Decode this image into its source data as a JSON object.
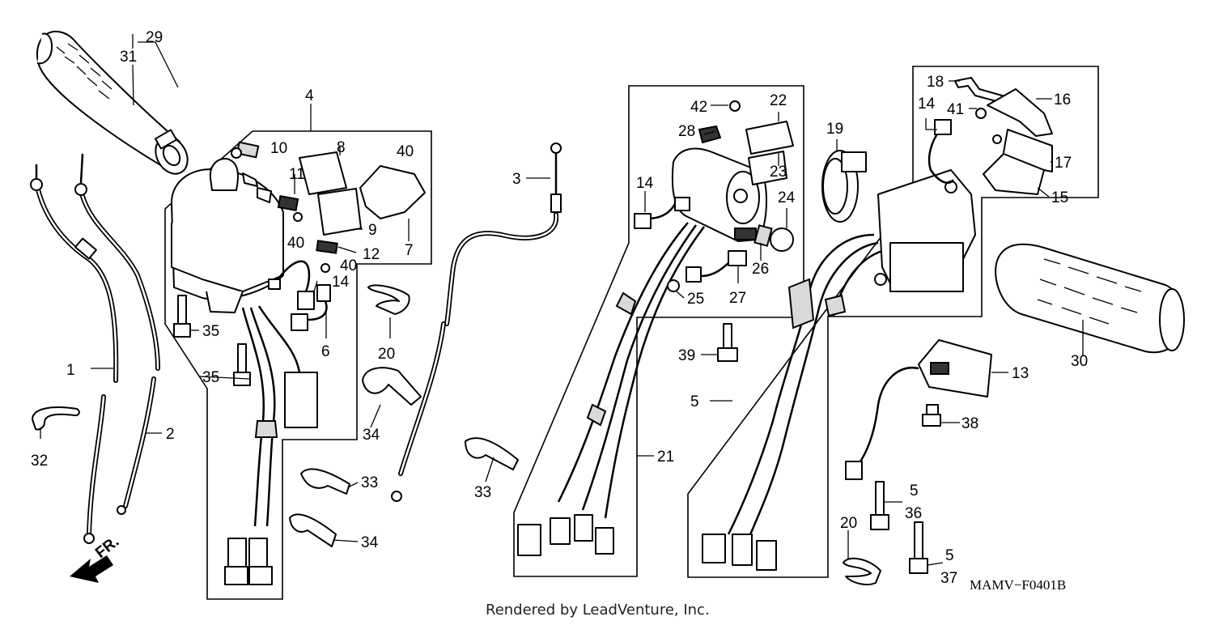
{
  "callouts": {
    "p1": "1",
    "p2": "2",
    "p3": "3",
    "p4": "4",
    "p5a": "5",
    "p5b": "5",
    "p5c": "5",
    "p6": "6",
    "p7": "7",
    "p8": "8",
    "p9": "9",
    "p10": "10",
    "p11": "11",
    "p12": "12",
    "p13": "13",
    "p14a": "14",
    "p14b": "14",
    "p14c": "14",
    "p15": "15",
    "p16": "16",
    "p17": "17",
    "p18": "18",
    "p19": "19",
    "p20a": "20",
    "p20b": "20",
    "p21": "21",
    "p22": "22",
    "p23": "23",
    "p24": "24",
    "p25": "25",
    "p26": "26",
    "p27": "27",
    "p28": "28",
    "p29": "29",
    "p30": "30",
    "p31": "31",
    "p32": "32",
    "p33a": "33",
    "p33b": "33",
    "p34a": "34",
    "p34b": "34",
    "p35a": "35",
    "p35b": "35",
    "p36": "36",
    "p37": "37",
    "p38": "38",
    "p39": "39",
    "p40a": "40",
    "p40b": "40",
    "p40c": "40",
    "p41": "41",
    "p42": "42"
  },
  "direction_label": "FR.",
  "diagram_code": "MAMV−F0401B",
  "credit": "Rendered by LeadVenture, Inc."
}
